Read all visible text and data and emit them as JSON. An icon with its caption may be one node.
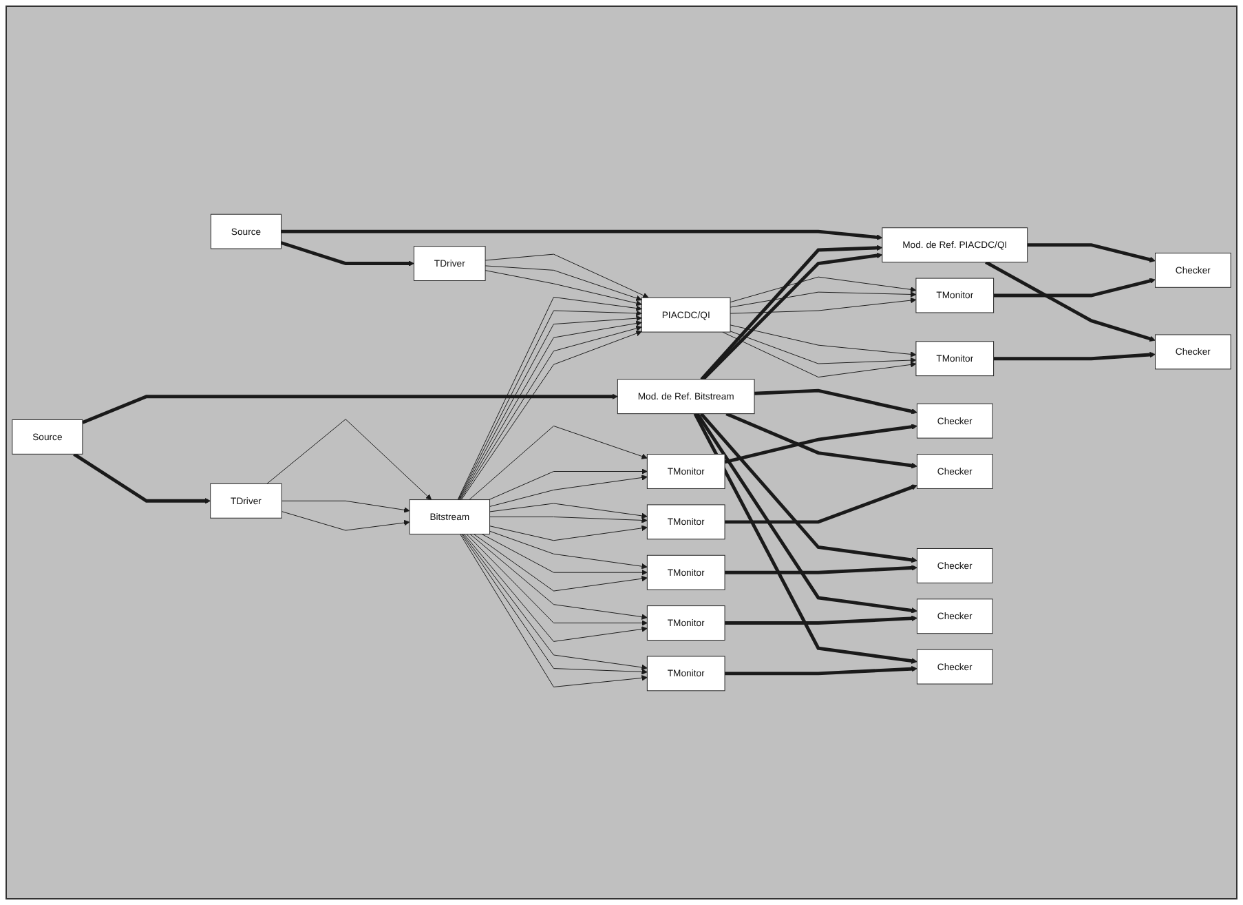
{
  "diagram": {
    "nodes": [
      {
        "text": [
          "Source"
        ]
      },
      {
        "text": [
          "Mod. de Ref. Bitstream"
        ]
      },
      {
        "text": [
          "Mod. de Ref. PIACDC/QI"
        ]
      },
      {
        "text": [
          "TDriver"
        ]
      },
      {
        "text": [
          "Bitstream"
        ]
      },
      {
        "text": [
          "PIACDC/QI"
        ]
      },
      {
        "text": [
          "TDriver"
        ]
      },
      {
        "text": [
          "Source"
        ]
      },
      {
        "text": [
          "TMonitor"
        ]
      },
      {
        "text": [
          "TMonitor"
        ]
      },
      {
        "text": [
          "TMonitor"
        ]
      },
      {
        "text": [
          "TMonitor"
        ]
      },
      {
        "text": [
          "TMonitor"
        ]
      },
      {
        "text": [
          "TMonitor"
        ]
      },
      {
        "text": [
          "TMonitor"
        ]
      },
      {
        "text": [
          "Checker"
        ]
      },
      {
        "text": [
          "Checker"
        ]
      },
      {
        "text": [
          "Checker"
        ]
      },
      {
        "text": [
          "Checker"
        ]
      },
      {
        "text": [
          "Checker"
        ]
      },
      {
        "text": [
          "Checker"
        ]
      },
      {
        "text": [
          "Checker"
        ]
      }
    ],
    "edges": [
      {
        "from": 0,
        "to": 1,
        "arrow": "to",
        "style": "thick"
      },
      {
        "from": 0,
        "to": 3,
        "arrow": "to",
        "style": "thick"
      },
      {
        "from": 7,
        "to": 2,
        "arrow": "to",
        "style": "thick"
      },
      {
        "from": 7,
        "to": 6,
        "arrow": "to",
        "style": "thick"
      },
      {
        "from": 1,
        "to": 2,
        "arrow": "to",
        "style": "thick"
      },
      {
        "from": 1,
        "to": 2,
        "arrow": "to",
        "style": "thick"
      },
      {
        "from": 1,
        "to": 15,
        "arrow": "to",
        "style": "thick"
      },
      {
        "from": 1,
        "to": 16,
        "arrow": "to",
        "style": "thick"
      },
      {
        "from": 1,
        "to": 17,
        "arrow": "to",
        "style": "thick"
      },
      {
        "from": 1,
        "to": 18,
        "arrow": "to",
        "style": "thick"
      },
      {
        "from": 1,
        "to": 19,
        "arrow": "to",
        "style": "thick"
      },
      {
        "from": 2,
        "to": 20,
        "arrow": "to",
        "style": "thick"
      },
      {
        "from": 2,
        "to": 21,
        "arrow": "to",
        "style": "thick"
      },
      {
        "from": 3,
        "to": 4,
        "arrow": "to"
      },
      {
        "from": 3,
        "to": 4,
        "arrow": "to"
      },
      {
        "from": 3,
        "to": 4,
        "arrow": "to"
      },
      {
        "from": 6,
        "to": 5,
        "arrow": "to"
      },
      {
        "from": 6,
        "to": 5,
        "arrow": "to"
      },
      {
        "from": 6,
        "to": 5,
        "arrow": "to"
      },
      {
        "from": 4,
        "to": 8,
        "arrow": "to"
      },
      {
        "from": 4,
        "to": 8,
        "arrow": "to"
      },
      {
        "from": 4,
        "to": 8,
        "arrow": "to"
      },
      {
        "from": 4,
        "to": 9,
        "arrow": "to"
      },
      {
        "from": 4,
        "to": 9,
        "arrow": "to"
      },
      {
        "from": 4,
        "to": 9,
        "arrow": "to"
      },
      {
        "from": 4,
        "to": 10,
        "arrow": "to"
      },
      {
        "from": 4,
        "to": 10,
        "arrow": "to"
      },
      {
        "from": 4,
        "to": 10,
        "arrow": "to"
      },
      {
        "from": 4,
        "to": 11,
        "arrow": "to"
      },
      {
        "from": 4,
        "to": 11,
        "arrow": "to"
      },
      {
        "from": 4,
        "to": 11,
        "arrow": "to"
      },
      {
        "from": 4,
        "to": 12,
        "arrow": "to"
      },
      {
        "from": 4,
        "to": 12,
        "arrow": "to"
      },
      {
        "from": 4,
        "to": 12,
        "arrow": "to"
      },
      {
        "from": 4,
        "to": 5,
        "arrow": "to"
      },
      {
        "from": 4,
        "to": 5,
        "arrow": "to"
      },
      {
        "from": 4,
        "to": 5,
        "arrow": "to"
      },
      {
        "from": 4,
        "to": 5,
        "arrow": "to"
      },
      {
        "from": 4,
        "to": 5,
        "arrow": "to"
      },
      {
        "from": 4,
        "to": 5,
        "arrow": "to"
      },
      {
        "from": 5,
        "to": 13,
        "arrow": "to"
      },
      {
        "from": 5,
        "to": 13,
        "arrow": "to"
      },
      {
        "from": 5,
        "to": 13,
        "arrow": "to"
      },
      {
        "from": 5,
        "to": 14,
        "arrow": "to"
      },
      {
        "from": 5,
        "to": 14,
        "arrow": "to"
      },
      {
        "from": 5,
        "to": 14,
        "arrow": "to"
      },
      {
        "from": 8,
        "to": 15,
        "arrow": "to",
        "style": "thick"
      },
      {
        "from": 9,
        "to": 16,
        "arrow": "to",
        "style": "thick"
      },
      {
        "from": 10,
        "to": 17,
        "arrow": "to",
        "style": "thick"
      },
      {
        "from": 11,
        "to": 18,
        "arrow": "to",
        "style": "thick"
      },
      {
        "from": 12,
        "to": 19,
        "arrow": "to",
        "style": "thick"
      },
      {
        "from": 13,
        "to": 20,
        "arrow": "to",
        "style": "thick"
      },
      {
        "from": 14,
        "to": 21,
        "arrow": "to",
        "style": "thick"
      }
    ]
  }
}
